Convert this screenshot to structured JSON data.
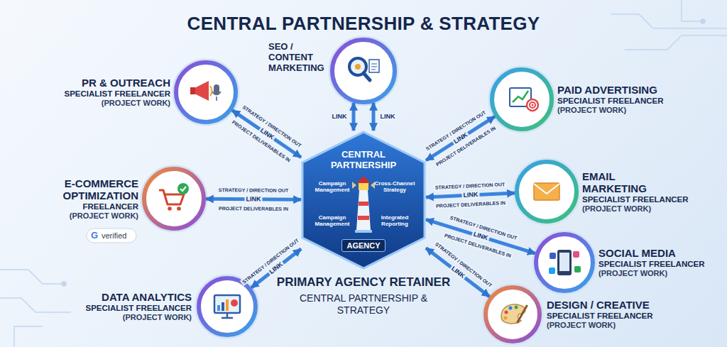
{
  "diagram": {
    "title": "CENTRAL PARTNERSHIP & STRATEGY",
    "nodes": [
      {
        "text": [
          "SEO / CONTENT MARKETING"
        ]
      },
      {
        "text": [
          "PR & OUTREACH",
          "SPECIALIST FREELANCER",
          "(PROJECT WORK)"
        ]
      },
      {
        "text": [
          "PAID ADVERTISING",
          "SPECIALIST FREELANCER",
          "(PROJECT WORK)"
        ]
      },
      {
        "text": [
          "E-COMMERCE OPTIMIZATION",
          "FREELANCER",
          "(PROJECT WORK)"
        ]
      },
      {
        "text": [
          "CENTRAL PARTNERSHIP",
          "Campaign Management",
          "Cross-Channel Strategy",
          "Campaign Management",
          "Integrated Reporting",
          "AGENCY",
          "PRIMARY AGENCY RETAINER",
          "CENTRAL PARTNERSHIP & STRATEGY"
        ]
      },
      {
        "text": [
          "EMAIL MARKETING",
          "SPECIALIST FREELANCER",
          "(PROJECT WORK)"
        ]
      },
      {
        "text": [
          "SOCIAL MEDIA",
          "SPECIALIST FREELANCER",
          "(PROJECT WORK)"
        ]
      },
      {
        "text": [
          "DATA ANALYTICS",
          "SPECIALIST FREELANCER",
          "(PROJECT WORK)"
        ]
      },
      {
        "text": [
          "DESIGN / CREATIVE",
          "SPECIALIST FREELANCER",
          "(PROJECT WORK)"
        ]
      }
    ],
    "edges": [
      {
        "from": 4,
        "to": 0,
        "label": "LINK",
        "arrow": "both"
      },
      {
        "from": 4,
        "to": 0,
        "label": "LINK",
        "arrow": "both"
      },
      {
        "from": 4,
        "to": 1,
        "label": "LINK",
        "arrow": "both"
      },
      {
        "from": 4,
        "to": 2,
        "label": "LINK",
        "arrow": "both"
      },
      {
        "from": 4,
        "to": 3,
        "label": "LINK",
        "arrow": "both"
      },
      {
        "from": 4,
        "to": 5,
        "label": "LINK",
        "arrow": "both"
      },
      {
        "from": 4,
        "to": 6,
        "label": "LINK",
        "arrow": "both"
      },
      {
        "from": 4,
        "to": 7,
        "label": "LINK",
        "arrow": "both"
      },
      {
        "from": 4,
        "to": 8,
        "label": "LINK",
        "arrow": "both"
      }
    ],
    "labels": [
      "STRATEGY / DIRECTION OUT",
      "PROJECT DELIVERABLES IN",
      "STRATEGY / DIRECTION OUT",
      "PROJECT DELIVERABLES IN",
      "STRATEGY / DIRECTION OUT",
      "PROJECT DELIVERABLES IN",
      "STRATEGY / DIRECTION OUT",
      "PROJECT DELIVERABLES IN",
      "STRATEGY / DIRECTION OUT",
      "PROJECT DELIVERABLES IN",
      "STRATEGY / DIRECTION OUT",
      "STRATEGV / DIRECTION OUT",
      "verified",
      "G"
    ]
  }
}
